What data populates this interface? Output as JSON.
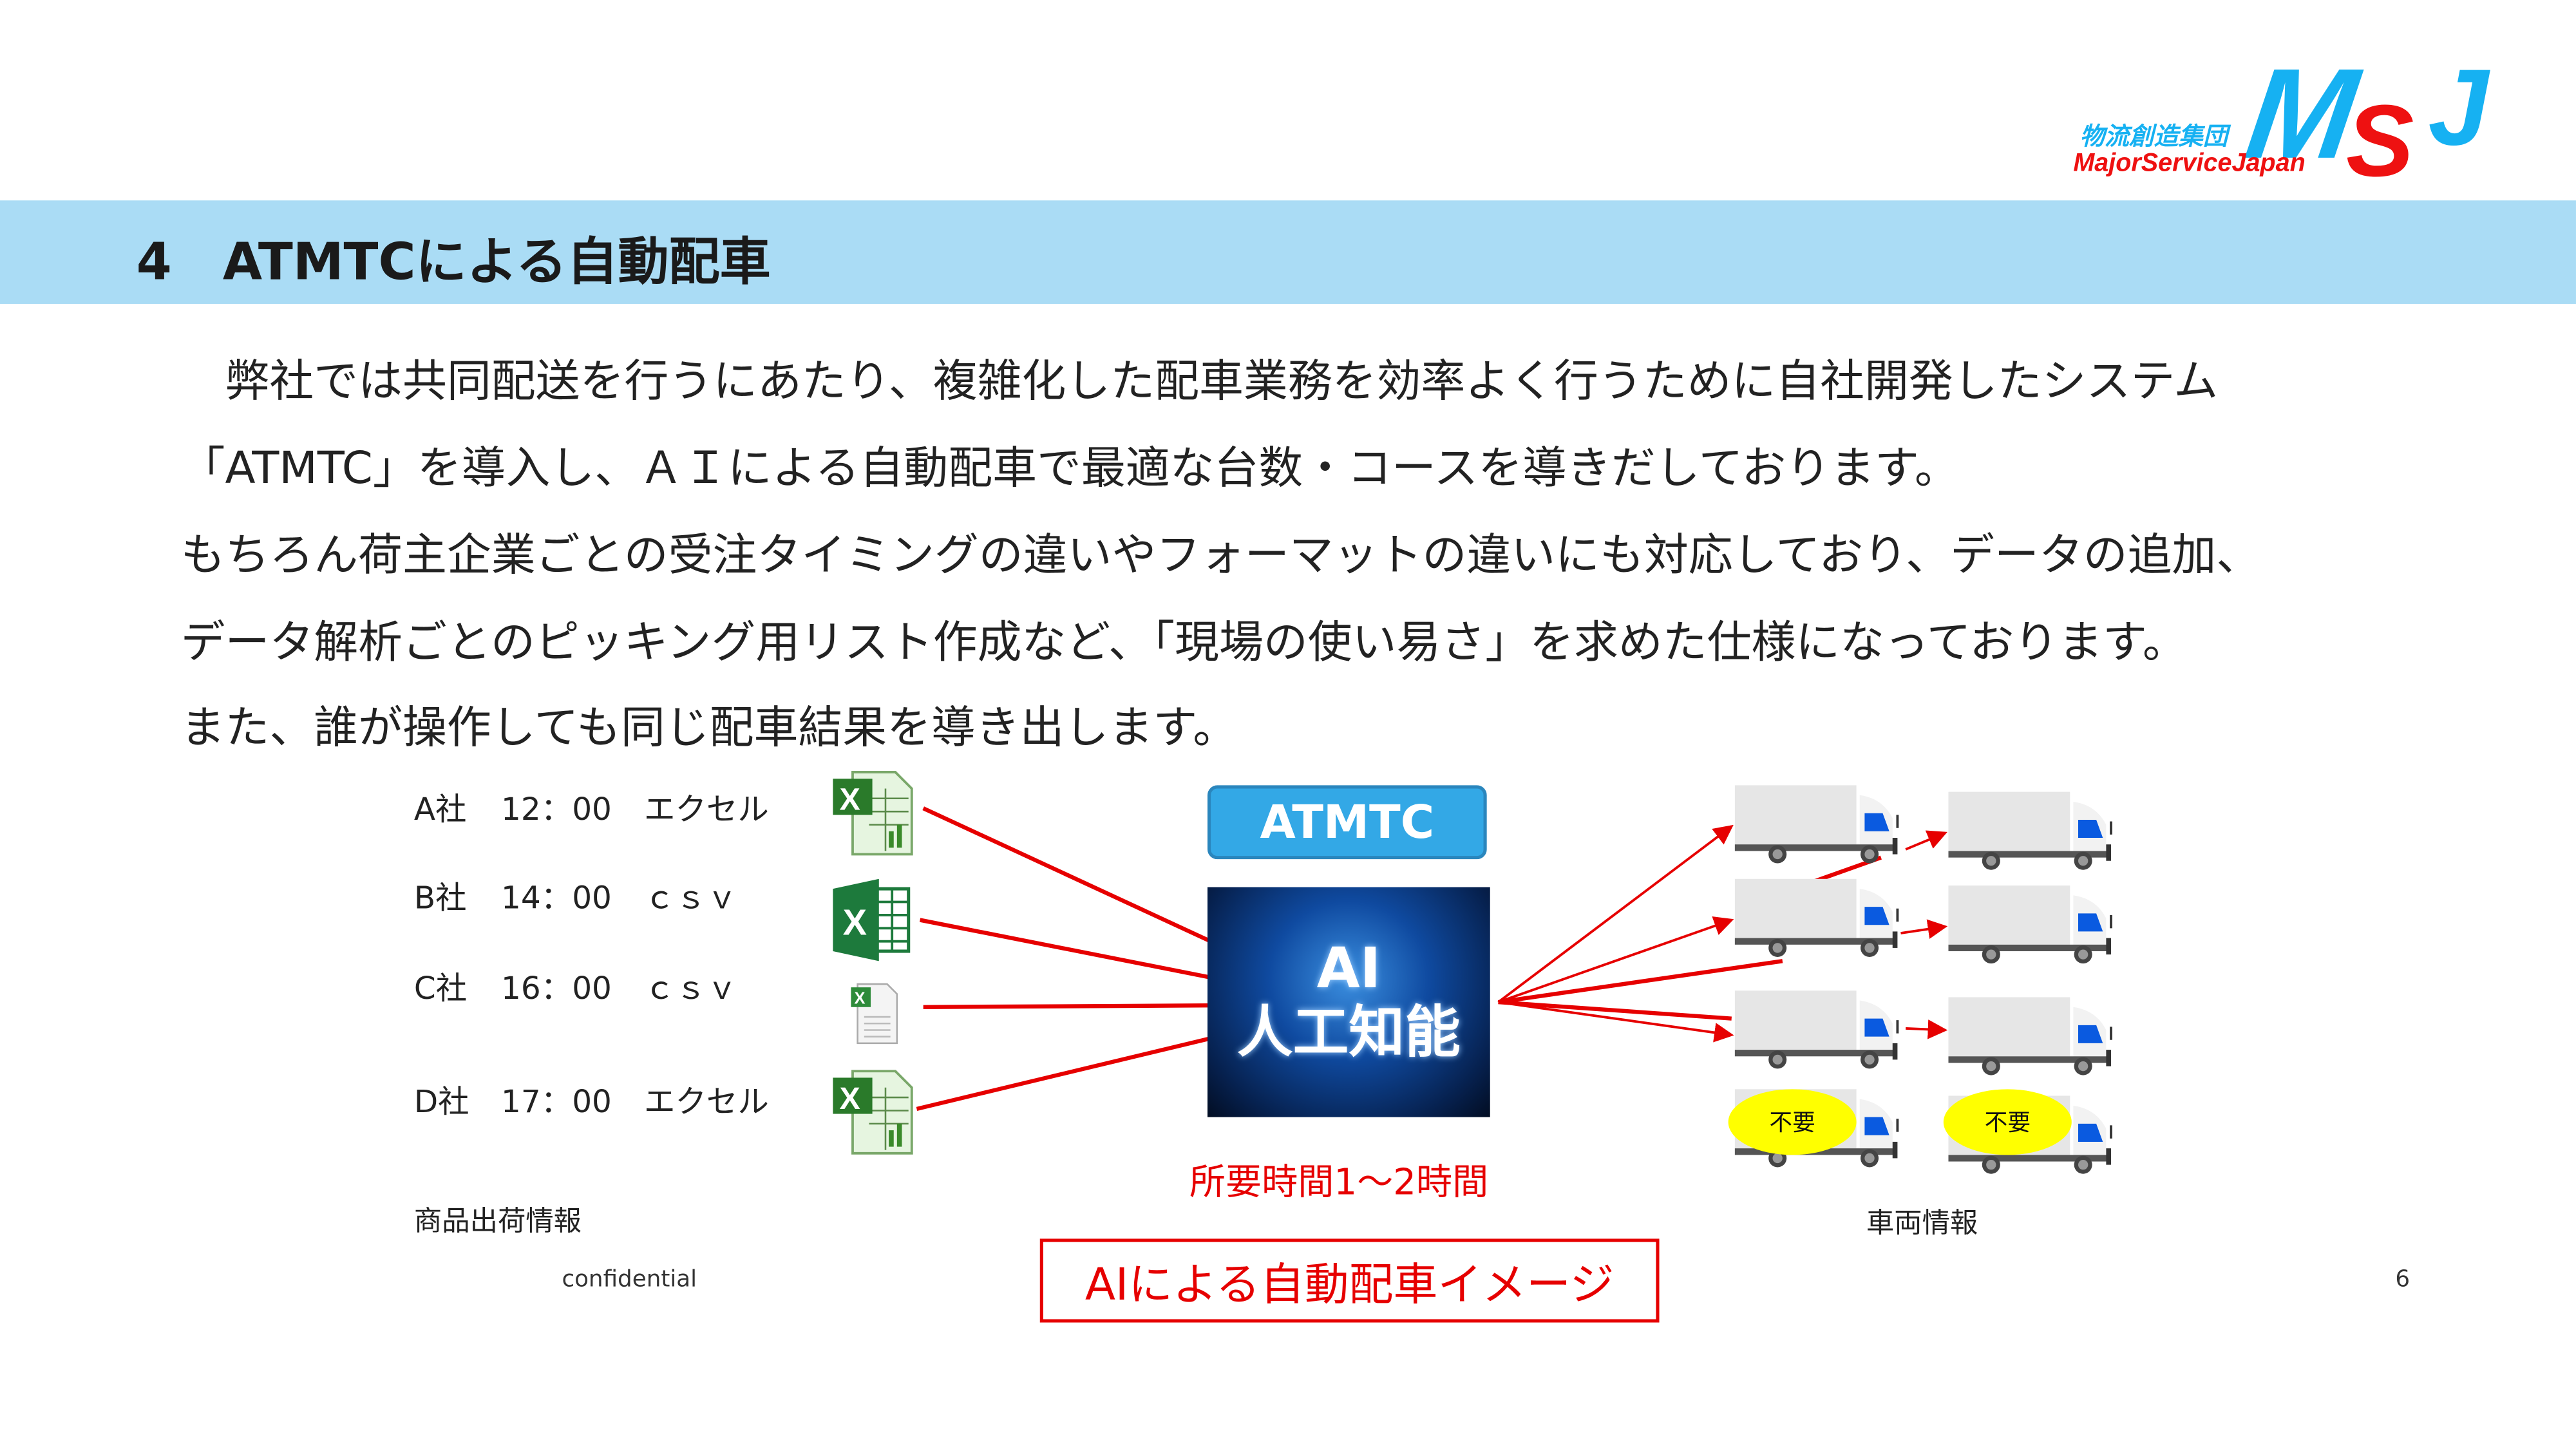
{
  "logo": {
    "kanji": "物流創造集団",
    "name": "MajorServiceJapan",
    "mark": "MSJ",
    "colors": {
      "blue": "#16b1f2",
      "red": "#ee1111"
    }
  },
  "header": {
    "title": "4　ATMTCによる自動配車"
  },
  "body": {
    "lines": [
      "　弊社では共同配送を行うにあたり、複雑化した配車業務を効率よく行うために自社開発したシステム",
      "「ATMTC」を導入し、ＡＩによる自動配車で最適な台数・コースを導きだしております。",
      "もちろん荷主企業ごとの受注タイミングの違いやフォーマットの違いにも対応しており、データの追加、",
      "データ解析ごとのピッキング用リスト作成など、「現場の使い易さ」を求めた仕様になっております。",
      "また、誰が操作しても同じ配車結果を導き出します。"
    ]
  },
  "diagram": {
    "orders": [
      {
        "company": "A社",
        "time": "12：00",
        "format": "エクセル",
        "icon": "excel-file-icon"
      },
      {
        "company": "B社",
        "time": "14：00",
        "format": "ｃｓｖ",
        "icon": "excel-logo-icon"
      },
      {
        "company": "C社",
        "time": "16：00",
        "format": "ｃｓｖ",
        "icon": "csv-file-icon"
      },
      {
        "company": "D社",
        "time": "17：00",
        "format": "エクセル",
        "icon": "excel-file-icon"
      }
    ],
    "orders_caption": "商品出荷情報",
    "system_label": "ATMTC",
    "ai_label_1": "AI",
    "ai_label_2": "人工知能",
    "duration": "所要時間1～2時間",
    "unneeded_label": "不要",
    "vehicles_caption": "車両情報",
    "image_caption": "AIによる自動配車イメージ",
    "arrow_color": "#e60000"
  },
  "footer": {
    "confidential": "confidential",
    "page": "6"
  }
}
